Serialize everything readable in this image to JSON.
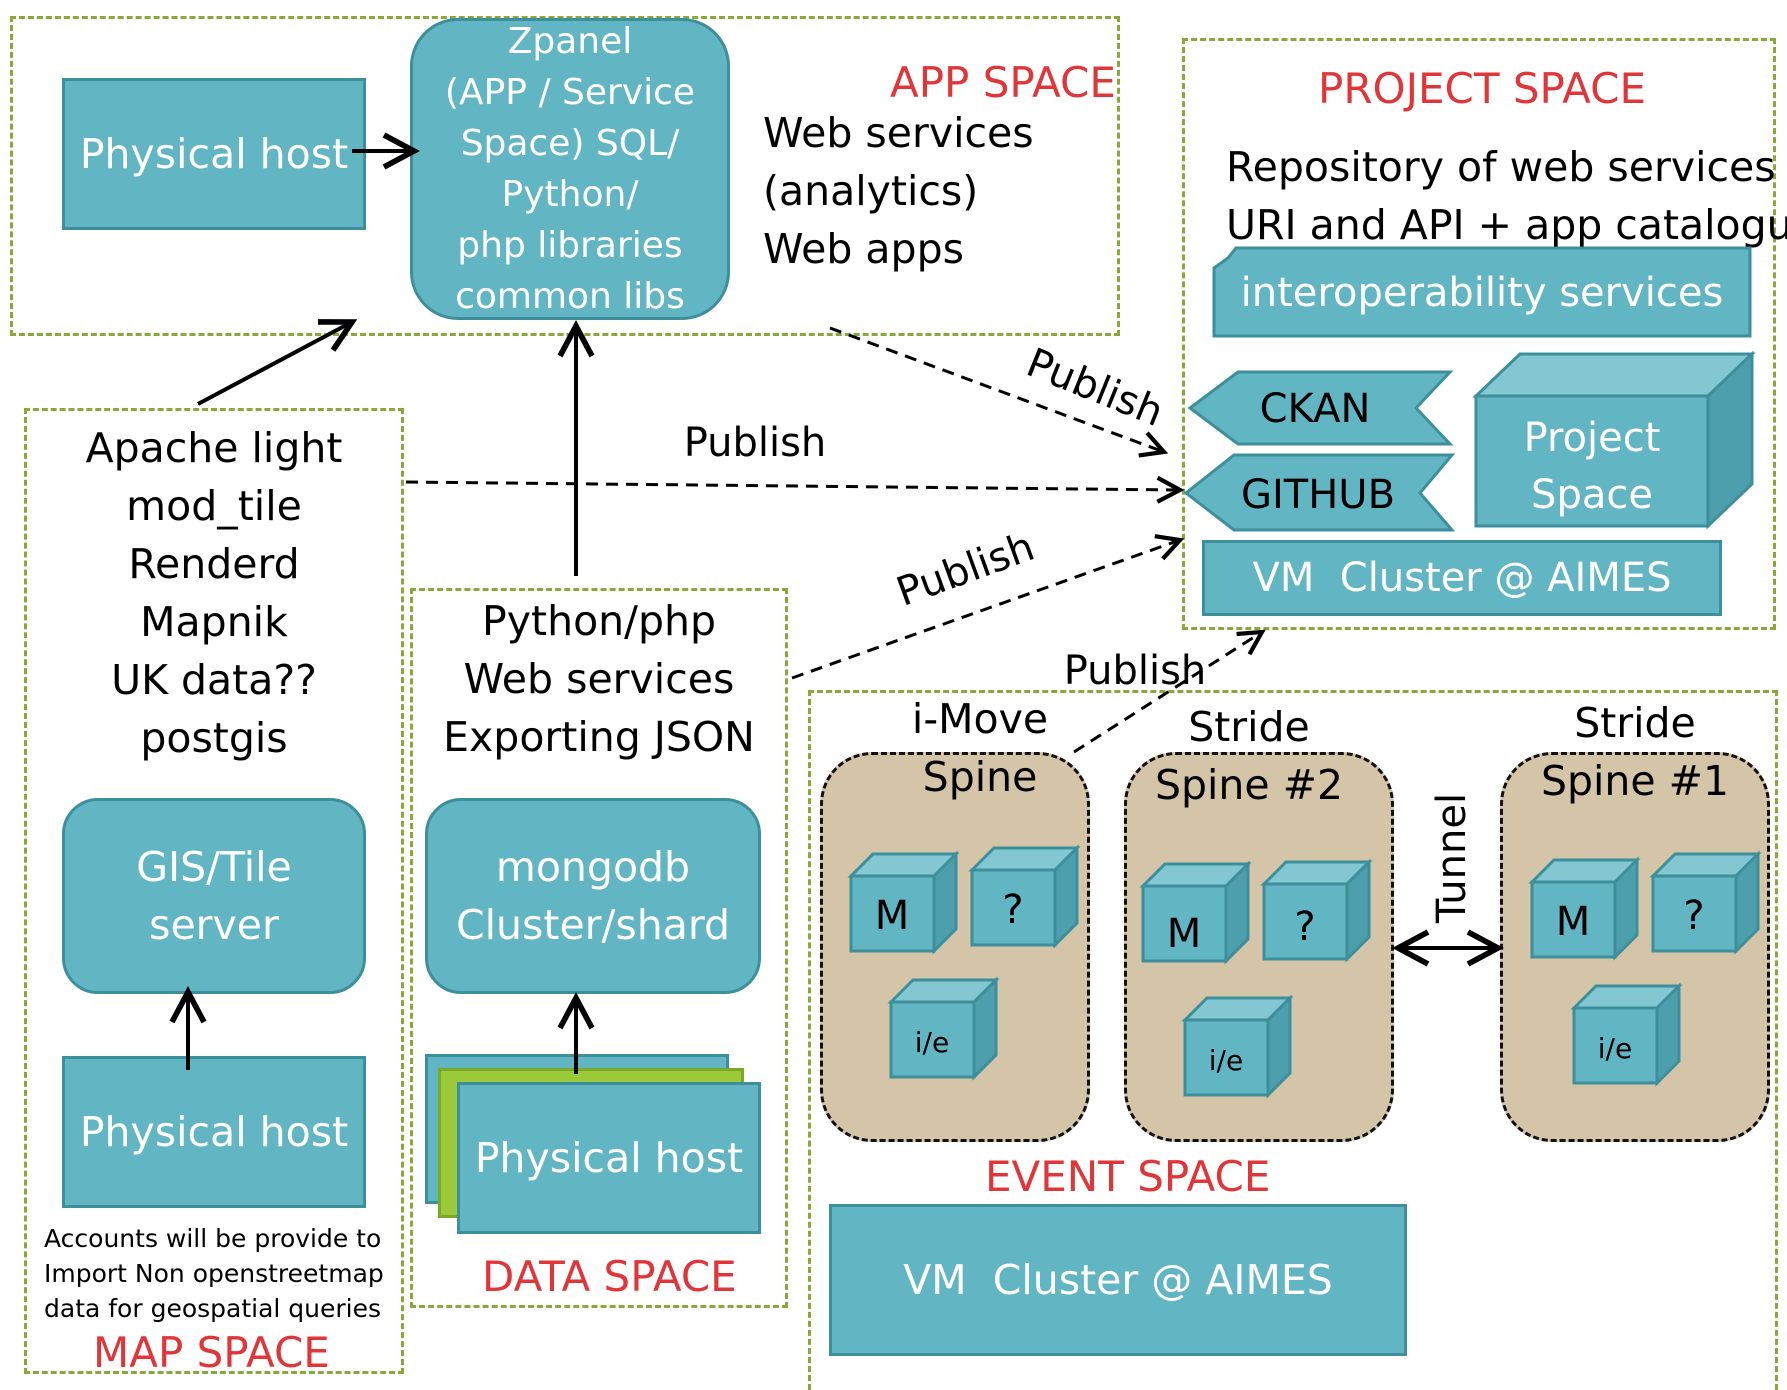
{
  "app_space": {
    "label": "APP SPACE",
    "physical_host": "Physical host",
    "zpanel_lines": [
      "Zpanel",
      "(APP / Service",
      "Space) SQL/",
      "Python/",
      "php libraries",
      "common libs"
    ],
    "notes": [
      "Web services",
      "(analytics)",
      "Web apps"
    ]
  },
  "project_space": {
    "label": "PROJECT SPACE",
    "notes": [
      "Repository of web services",
      "URI and API + app catalogue"
    ],
    "interop": "interoperability services",
    "ckan": "CKAN",
    "github": "GITHUB",
    "project_space_lines": [
      "Project",
      "Space"
    ],
    "vm_cluster": "VM  Cluster @ AIMES"
  },
  "map_space": {
    "label": "MAP SPACE",
    "stack": [
      "Apache light",
      "mod_tile",
      "Renderd",
      "Mapnik",
      "UK data??",
      "postgis"
    ],
    "gis_lines": [
      "GIS/Tile",
      "server"
    ],
    "physical_host": "Physical host",
    "note_lines": [
      "Accounts will be provide to",
      "Import Non openstreetmap",
      "data for geospatial queries"
    ]
  },
  "data_space": {
    "label": "DATA SPACE",
    "stack": [
      "Python/php",
      "Web services",
      "Exporting JSON"
    ],
    "mongodb_lines": [
      "mongodb",
      "Cluster/shard"
    ],
    "physical_host": "Physical host"
  },
  "event_space": {
    "label": "EVENT SPACE",
    "vm_cluster": "VM  Cluster @ AIMES",
    "tunnel": "Tunnel",
    "spines": [
      {
        "group": "i-Move",
        "name": "Spine",
        "cubes": [
          "M",
          "?",
          "i/e"
        ]
      },
      {
        "group": "Stride",
        "name": "Spine #2",
        "cubes": [
          "M",
          "?",
          "i/e"
        ]
      },
      {
        "group": "Stride",
        "name": "Spine #1",
        "cubes": [
          "M",
          "?",
          "i/e"
        ]
      }
    ]
  },
  "arrows": {
    "publish": "Publish"
  },
  "colors": {
    "box_fill": "#62b5c2",
    "box_border": "#3d8f9c",
    "zone_border": "#8aa83a",
    "space_label": "#e0363a",
    "spine_fill": "#d4c4a8",
    "stack_green": "#9ac93a"
  }
}
